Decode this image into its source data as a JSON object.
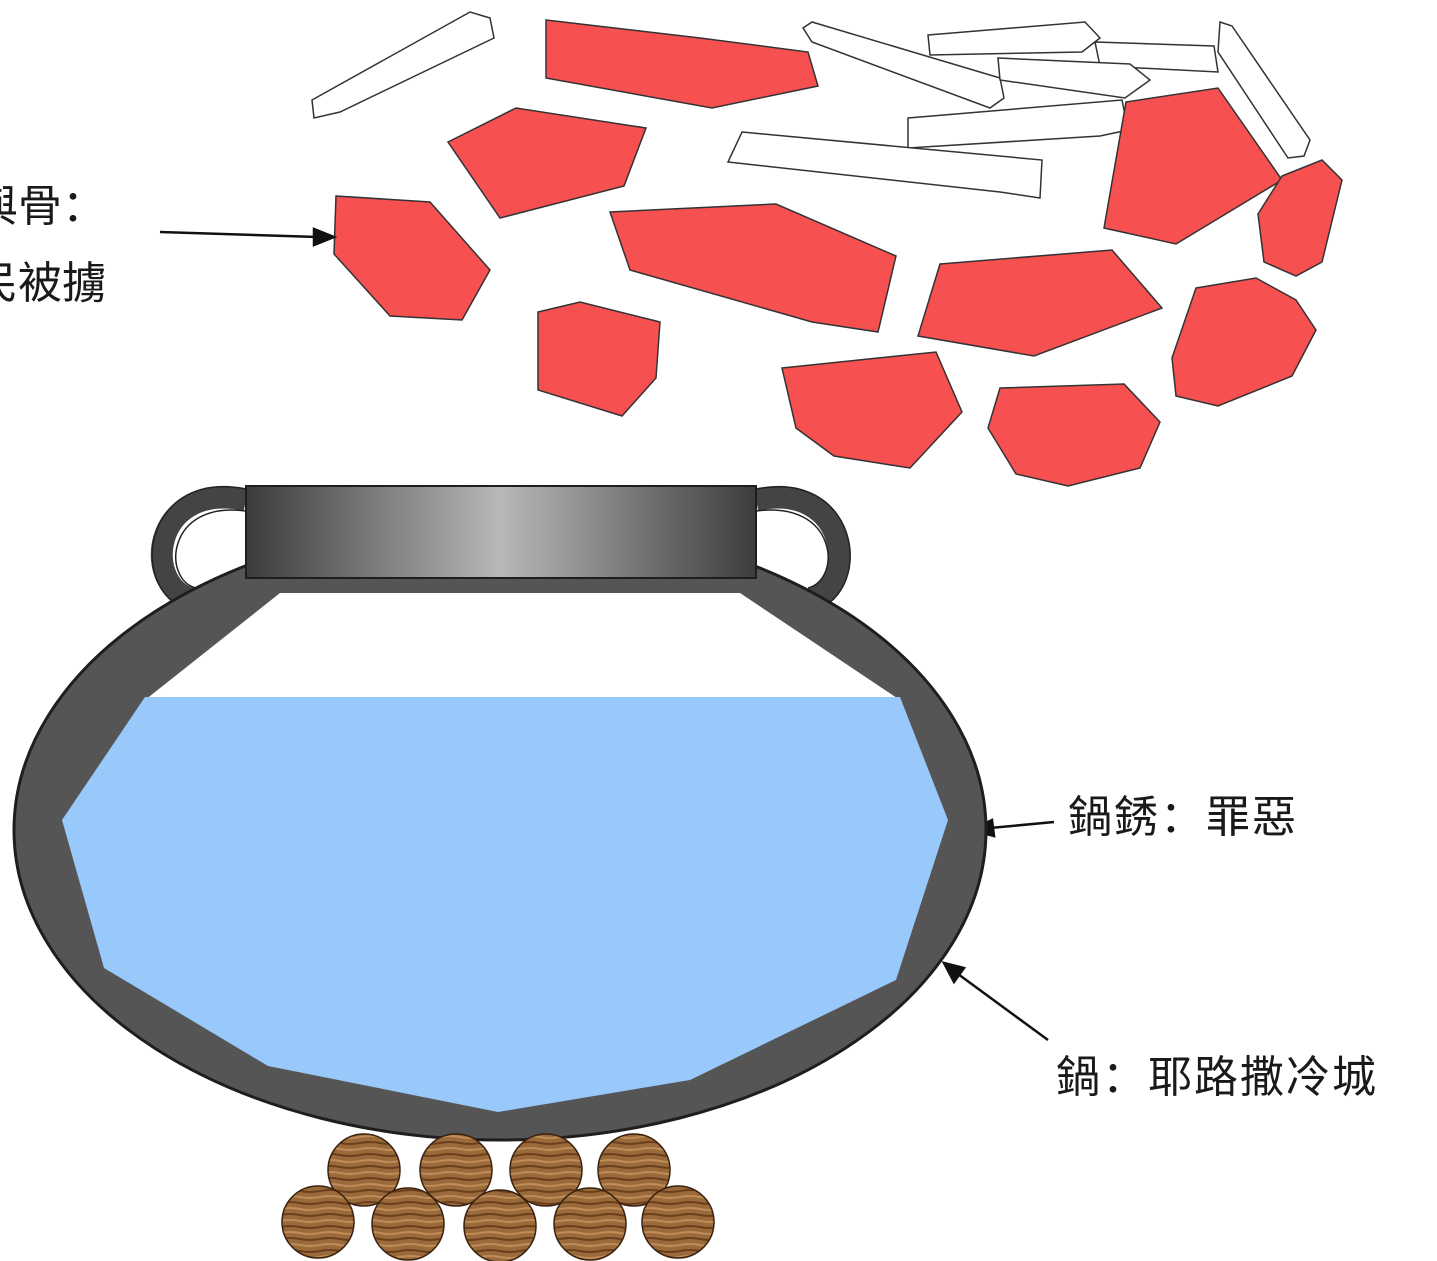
{
  "labels": {
    "bone_line1": "與骨：",
    "bone_line2": "民被擄",
    "rust": "鍋銹：罪惡",
    "pot": "鍋：耶路撒冷城"
  },
  "colors": {
    "meat": "#f65051",
    "bone_fill": "#ffffff",
    "pot_body": "#525252",
    "water": "#99c8fb",
    "wood": "#8b5a2b"
  }
}
